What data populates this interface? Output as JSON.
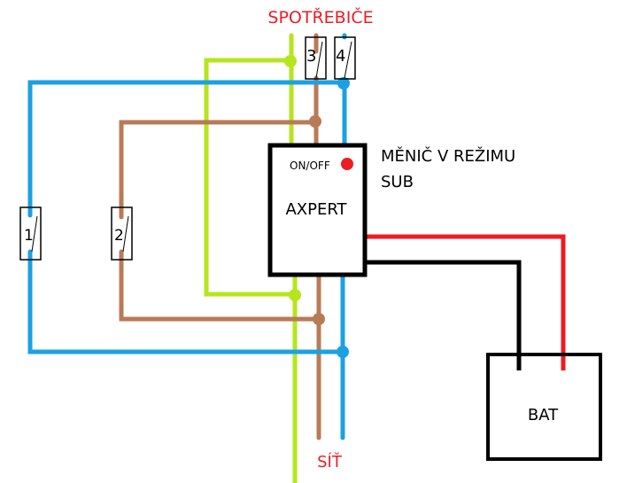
{
  "title": "SPOTŘEBIČE",
  "bottom_label": "SÍŤ",
  "inverter": {
    "name": "AXPERT",
    "switch_label": "ON/OFF",
    "mode_line1": "MĚNIČ V REŽIMU",
    "mode_line2": "SUB"
  },
  "battery": {
    "name": "BAT"
  },
  "switches": [
    {
      "id": "1",
      "wire": "blue"
    },
    {
      "id": "2",
      "wire": "brown"
    },
    {
      "id": "3",
      "wire": "brown"
    },
    {
      "id": "4",
      "wire": "blue"
    }
  ],
  "colors": {
    "green": "#b5e61d",
    "brown": "#b97a57",
    "blue": "#1ba1e2",
    "red": "#ed1c24",
    "black": "#000000",
    "label_red": "#ed1c24"
  }
}
